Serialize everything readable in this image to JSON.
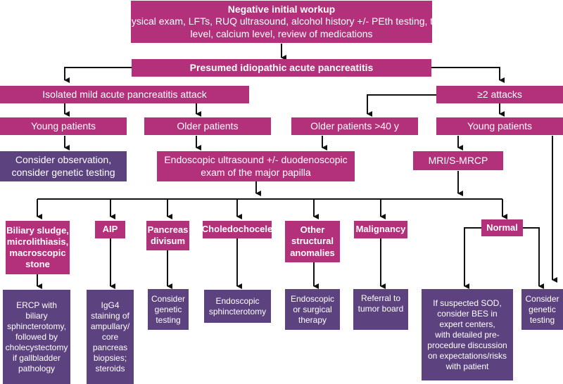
{
  "diagram": {
    "colors": {
      "decision": "#b3307a",
      "action": "#5c437f",
      "arrow": "#111111"
    },
    "start": {
      "title": "Negative initial workup",
      "body": [
        "History, physical exam, LFTs, RUQ ultrasound, alcohol history +/- PEth testing, triglyceride",
        "level, calcium level, review of medications"
      ]
    },
    "presumed": "Presumed idiopathic acute pancreatitis",
    "isolated": "Isolated mild acute pancreatitis attack",
    "multiple": "≥2 attacks",
    "young_left": "Young patients",
    "older_left": "Older patients",
    "older_right": "Older patients >40 y",
    "young_right": "Young patients",
    "observation": [
      "Consider observation,",
      "consider genetic testing"
    ],
    "eus": [
      "Endoscopic ultrasound +/- duodenoscopic",
      "exam of the major papilla"
    ],
    "mri": "MRI/S-MRCP",
    "findings": [
      {
        "label": [
          "Biliary sludge,",
          "microlithiasis,",
          "macroscopic",
          "stone"
        ],
        "action": [
          "ERCP with",
          "biliary",
          "sphincterotomy,",
          "followed by",
          "cholecystectomy",
          "if gallbladder",
          "pathology"
        ]
      },
      {
        "label": [
          "AIP"
        ],
        "action": [
          "IgG4",
          "staining of",
          "ampullary/",
          "core",
          "pancreas",
          "biopsies;",
          "steroids"
        ]
      },
      {
        "label": [
          "Pancreas",
          "divisum"
        ],
        "action": [
          "Consider",
          "genetic",
          "testing"
        ]
      },
      {
        "label": [
          "Choledochocele"
        ],
        "action": [
          "Endoscopic",
          "sphincterotomy"
        ]
      },
      {
        "label": [
          "Other",
          "structural",
          "anomalies"
        ],
        "action": [
          "Endoscopic",
          "or surgical",
          "therapy"
        ]
      },
      {
        "label": [
          "Malignancy"
        ],
        "action": [
          "Referral to",
          "tumor board"
        ]
      },
      {
        "label": [
          "Normal"
        ],
        "action": [
          "If suspected SOD,",
          "consider BES in",
          "expert centers,",
          "with detailed pre-",
          "procedure discussion",
          "on expectations/risks",
          "with patient"
        ]
      }
    ],
    "genetic_right": [
      "Consider",
      "genetic",
      "testing"
    ]
  }
}
